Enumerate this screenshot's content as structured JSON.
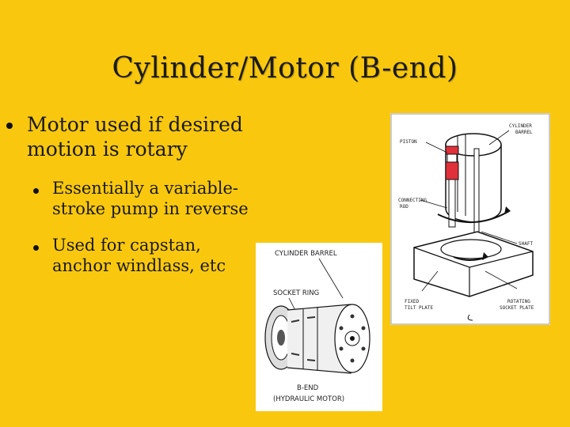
{
  "slide": {
    "title": "Cylinder/Motor (B-end)",
    "bullets": [
      {
        "text_line1": "Motor used if desired",
        "text_line2": "motion is rotary",
        "sub": [
          {
            "line1": "Essentially a variable-",
            "line2": "stroke pump in reverse"
          },
          {
            "line1": "Used for capstan,",
            "line2": "anchor windlass, etc"
          }
        ]
      }
    ]
  },
  "figure_right": {
    "labels": {
      "cylinder_barrel_1": "CYLINDER",
      "cylinder_barrel_2": "BARREL",
      "piston": "PISTON",
      "connecting_rod_1": "CONNECTING",
      "connecting_rod_2": "ROD",
      "shaft": "SHAFT",
      "fixed_tilt_1": "FIXED",
      "fixed_tilt_2": "TILT PLATE",
      "rotating_socket_1": "ROTATING",
      "rotating_socket_2": "SOCKET PLATE"
    }
  },
  "figure_bottom": {
    "labels": {
      "cylinder_barrel": "CYLINDER BARREL",
      "socket_ring": "SOCKET RING",
      "bend_1": "B-END",
      "bend_2": "(HYDRAULIC MOTOR)"
    }
  },
  "colors": {
    "background": "#f9c80e",
    "piston": "#e0303a"
  }
}
